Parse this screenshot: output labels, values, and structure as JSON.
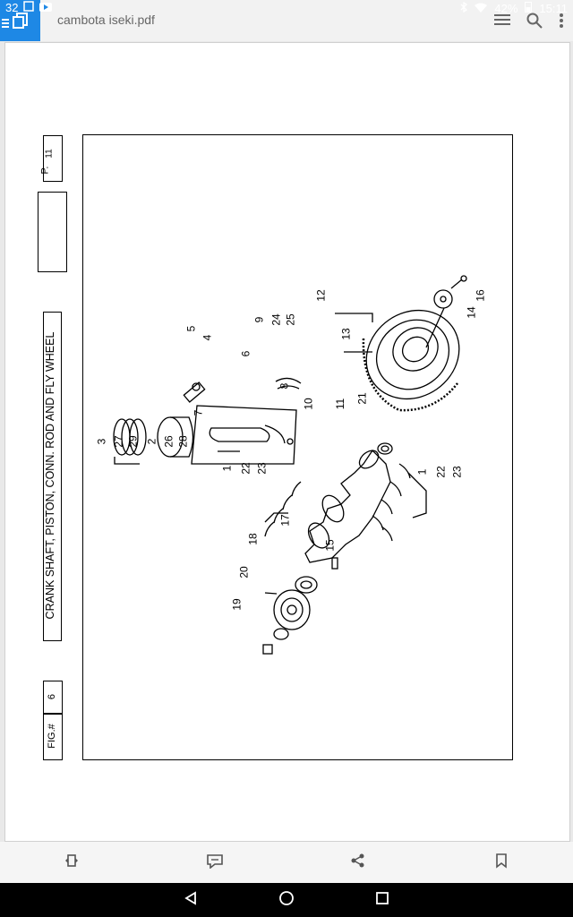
{
  "status": {
    "notif_count": "32",
    "battery": "42%",
    "time": "15:11"
  },
  "app": {
    "file_title": "cambota iseki.pdf"
  },
  "page": {
    "p_label": "P.",
    "p_value": "11",
    "caption": "CRANK SHAFT, PISTON, CONN. ROD AND FLY WHEEL",
    "fig_label": "FIG.#",
    "fig_value": "6",
    "callouts": {
      "c12": "12",
      "c13": "13",
      "c14": "14",
      "c16": "16",
      "c9": "9",
      "c24": "24",
      "c25": "25",
      "c5": "5",
      "c4": "4",
      "c6": "6",
      "c8": "8",
      "c7": "7",
      "c10": "10",
      "c11": "11",
      "c21": "21",
      "c3": "3",
      "c27": "27",
      "c29": "29",
      "c2": "2",
      "c26": "26",
      "c28": "28",
      "c1a": "1",
      "c22a": "22",
      "c23a": "23",
      "c1b": "1",
      "c22b": "22",
      "c23b": "23",
      "c17": "17",
      "c15": "15",
      "c18": "18",
      "c20": "20",
      "c19": "19"
    }
  },
  "icons": [
    "menu-icon",
    "copy-icon",
    "search-icon",
    "more-icon",
    "rotate-icon",
    "comment-icon",
    "share-icon",
    "bookmark-icon",
    "back-icon",
    "home-icon",
    "recents-icon"
  ],
  "colors": {
    "accent": "#1e88e5",
    "navbar": "#000000"
  }
}
